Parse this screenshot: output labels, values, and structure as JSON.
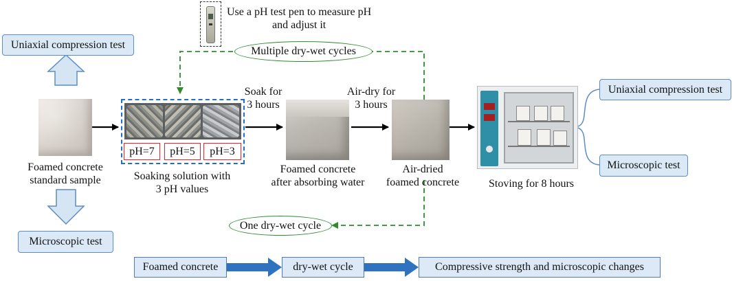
{
  "pen_caption": {
    "line1": "Use a pH test pen to measure pH",
    "line2": "and adjust it"
  },
  "cycles": {
    "multiple": "Multiple dry-wet cycles",
    "one": "One dry-wet cycle"
  },
  "left_tests": {
    "top": "Uniaxial compression test",
    "bottom": "Microscopic test"
  },
  "right_tests": {
    "top": "Uniaxial compression test",
    "bottom": "Microscopic test"
  },
  "sample": {
    "line1": "Foamed concrete",
    "line2": "standard sample"
  },
  "soaking": {
    "ph_labels": [
      "pH=7",
      "pH=5",
      "pH=3"
    ],
    "line1": "Soaking solution with",
    "line2": "3 pH values"
  },
  "soak_step": {
    "line1": "Soak for",
    "line2": "3 hours"
  },
  "absorbed": {
    "line1": "Foamed concrete",
    "line2": "after absorbing water"
  },
  "airdry_step": {
    "line1": "Air-dry for",
    "line2": "3 hours"
  },
  "airdried": {
    "line1": "Air-dried",
    "line2": "foamed concrete"
  },
  "stoving": {
    "label": "Stoving  for 8 hours"
  },
  "flow": {
    "step1": "Foamed concrete",
    "step2": "dry-wet cycle",
    "step3": "Compressive strength and microscopic changes"
  },
  "colors": {
    "box_fill": "#dbe8f5",
    "box_border": "#5b8cc8",
    "dashed_green": "#2e8b2e",
    "dashed_blue": "#1f6fc8",
    "ph_border": "#e0262b",
    "arrow_blue": "#2f72c0"
  }
}
